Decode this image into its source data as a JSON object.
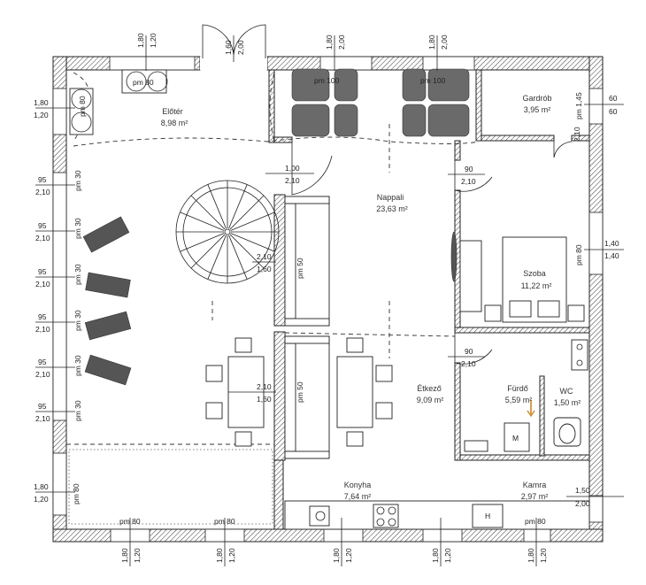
{
  "rooms": {
    "eloter": {
      "name": "Előtér",
      "area": "8,98 m²"
    },
    "nappali": {
      "name": "Nappali",
      "area": "23,63 m²"
    },
    "gardrob": {
      "name": "Gardrób",
      "area": "3,95 m²"
    },
    "szoba": {
      "name": "Szoba",
      "area": "11,22 m²"
    },
    "etkezo": {
      "name": "Étkező",
      "area": "9,09 m²"
    },
    "furdo": {
      "name": "Fürdő",
      "area": "5,59 m²"
    },
    "wc": {
      "name": "WC",
      "area": "1,50 m²"
    },
    "konyha": {
      "name": "Konyha",
      "area": "7,64 m²"
    },
    "kamra": {
      "name": "Kamra",
      "area": "2,97 m²"
    }
  },
  "labels": {
    "pm80": "pm 80",
    "pm50": "pm 50",
    "pm30": "pm 30",
    "pm100": "pm 100",
    "pm145": "pm 1,45",
    "pm210": "2,10",
    "machine": "M",
    "heater": "H"
  },
  "dims": {
    "w95": "95",
    "w180": "1,80",
    "w120": "1,20",
    "w160": "1,60",
    "w200": "2,00",
    "w210": "2,10",
    "w100": "1,00",
    "w90": "90",
    "w60": "60",
    "w140": "1,40",
    "w150": "1,50"
  },
  "colors": {
    "wall": "#222222",
    "furniture_dark": "#555555",
    "arrow": "#c8892a"
  }
}
